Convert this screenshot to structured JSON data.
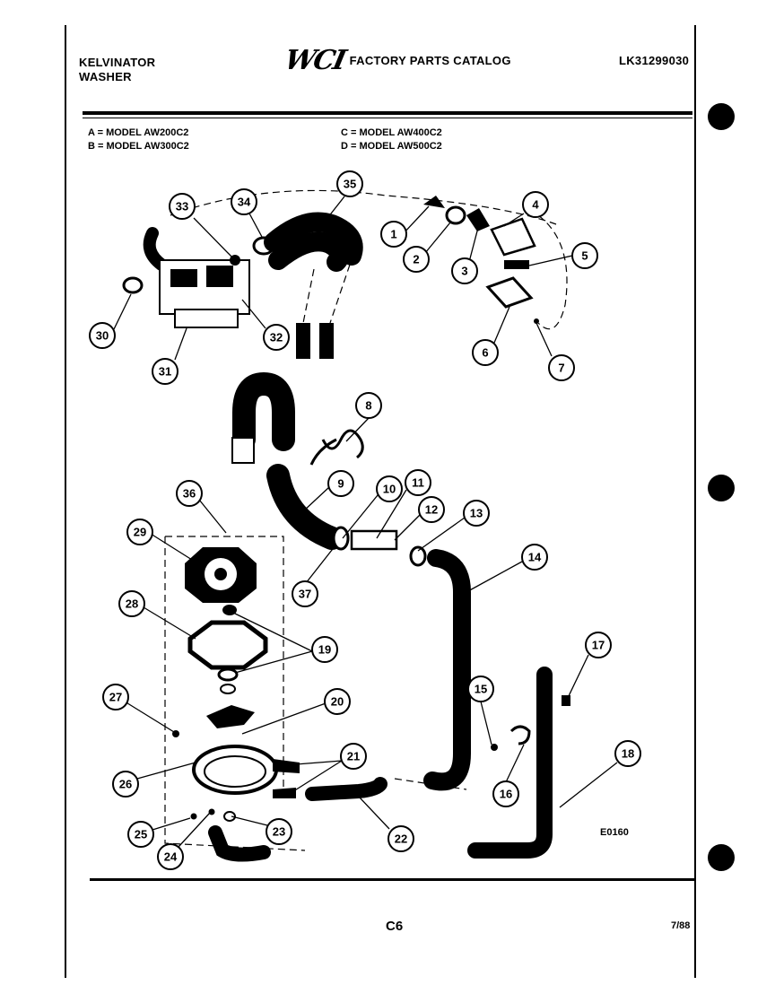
{
  "header": {
    "brand_line1": "KELVINATOR",
    "brand_line2": "WASHER",
    "logo_text": "WCI",
    "catalog_title": "FACTORY PARTS CATALOG",
    "catalog_number": "LK31299030"
  },
  "models": {
    "a": "A = MODEL AW200C2",
    "b": "B = MODEL AW300C2",
    "c": "C = MODEL AW400C2",
    "d": "D = MODEL AW500C2"
  },
  "callouts": [
    "1",
    "2",
    "3",
    "4",
    "5",
    "6",
    "7",
    "8",
    "9",
    "10",
    "11",
    "12",
    "13",
    "14",
    "15",
    "16",
    "17",
    "18",
    "19",
    "20",
    "21",
    "22",
    "23",
    "24",
    "25",
    "26",
    "27",
    "28",
    "29",
    "30",
    "31",
    "32",
    "33",
    "34",
    "35",
    "36",
    "37"
  ],
  "figure_code": "E0160",
  "footer": {
    "page": "C6",
    "date": "7/88"
  }
}
